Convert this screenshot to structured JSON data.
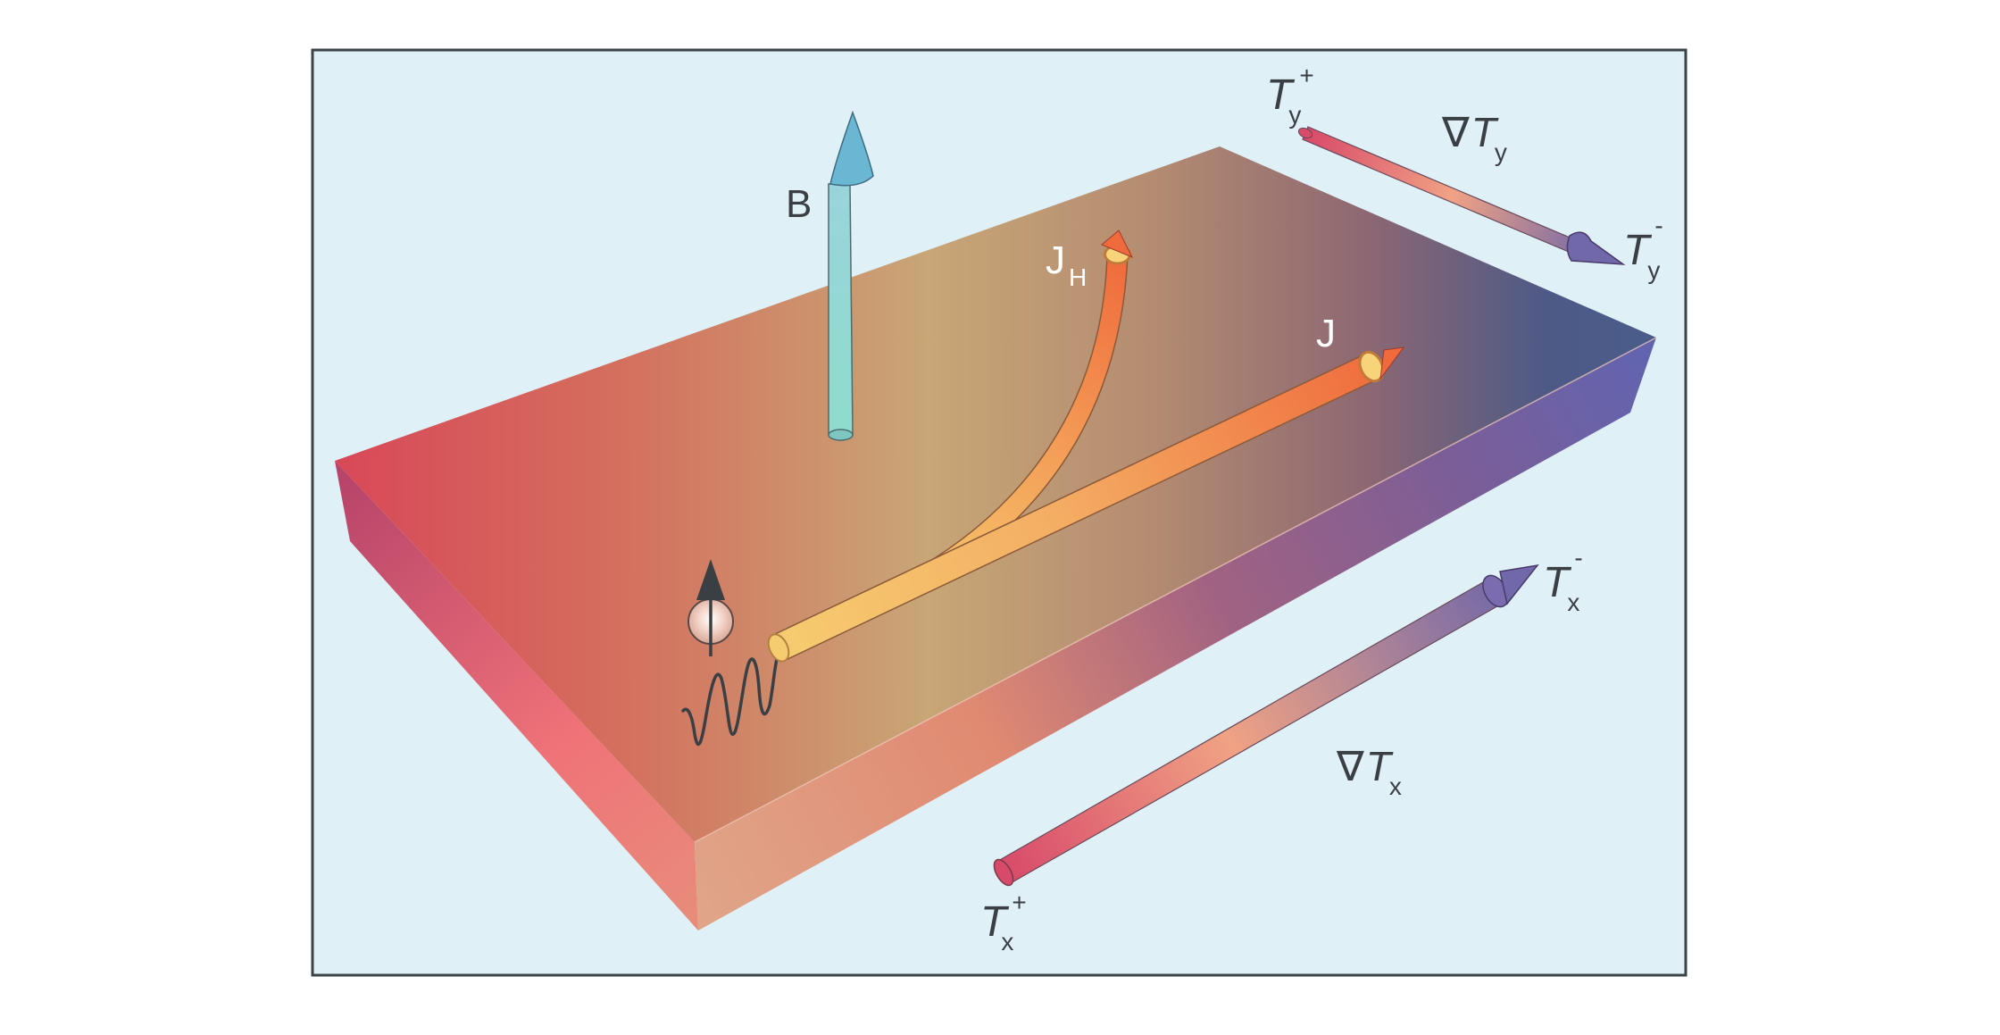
{
  "labels": {
    "b": "B",
    "j_h_main": "J",
    "j_h_sub": "H",
    "j": "J",
    "ty_plus_main": "T",
    "ty_plus_sub": "y",
    "ty_plus_sup": "+",
    "ty_minus_main": "T",
    "ty_minus_sub": "y",
    "ty_minus_sup": "-",
    "grad_ty_nabla": "∇",
    "grad_ty_main": "T",
    "grad_ty_sub": "y",
    "tx_plus_main": "T",
    "tx_plus_sub": "x",
    "tx_plus_sup": "+",
    "tx_minus_main": "T",
    "tx_minus_sub": "x",
    "tx_minus_sup": "-",
    "grad_tx_nabla": "∇",
    "grad_tx_main": "T",
    "grad_tx_sub": "x"
  },
  "colors": {
    "background": "#dff1f7",
    "frame": "#3c4347",
    "hot": "#d84858",
    "mid": "#c6a878",
    "cold": "#4a5c8a",
    "current": "#f4c86a",
    "current_tip": "#ef6a3c",
    "field_arrow": "#8fd7cf",
    "field_tip": "#6ab7d4",
    "label_dark": "#3a3f44",
    "label_light": "#ffffff"
  },
  "icons": [
    "spin-particle-icon",
    "spin-up-arrow-icon",
    "spin-wave-icon"
  ]
}
